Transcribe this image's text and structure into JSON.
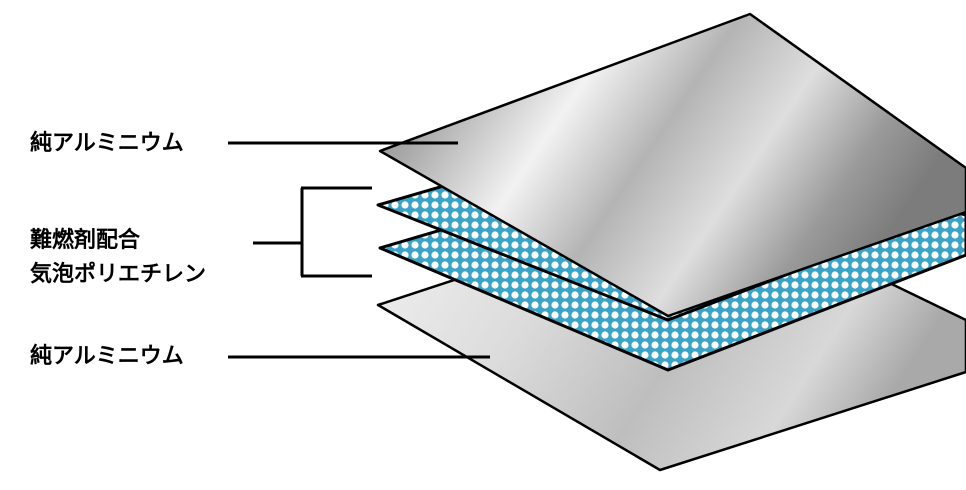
{
  "labels": {
    "top": "純アルミニウム",
    "middle_line1": "難燃剤配合",
    "middle_line2": "気泡ポリエチレン",
    "bottom": "純アルミニウム"
  },
  "layers": [
    {
      "name": "top-aluminum-sheet",
      "material": "純アルミニウム"
    },
    {
      "name": "upper-foam-sheet",
      "material": "難燃剤配合気泡ポリエチレン"
    },
    {
      "name": "lower-foam-sheet",
      "material": "難燃剤配合気泡ポリエチレン"
    },
    {
      "name": "bottom-aluminum-sheet",
      "material": "純アルミニウム"
    }
  ],
  "colors": {
    "foam_dot": "#ffffff",
    "foam_base": "#3aa3c6",
    "aluminum_light": "#f4f4f4",
    "aluminum_dark": "#8c8c8c",
    "line": "#000000"
  }
}
